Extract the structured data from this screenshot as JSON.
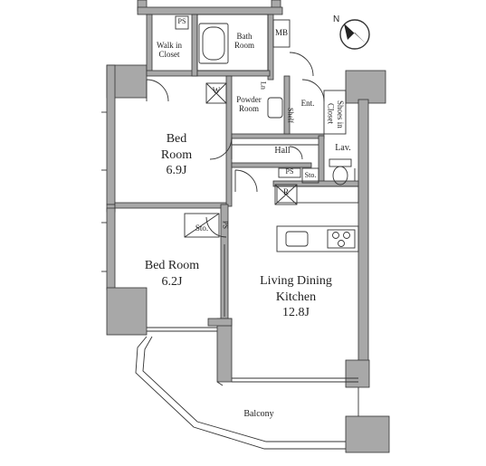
{
  "rooms": {
    "bed1": {
      "name": "Bed\nRoom",
      "size": "6.9J"
    },
    "bed2": {
      "name": "Bed Room",
      "size": "6.2J"
    },
    "ldk": {
      "name": "Living Dining\nKitchen",
      "size": "12.8J"
    },
    "walk_in_closet": "Walk in\nCloset",
    "bath": "Bath\nRoom",
    "powder": "Powder\nRoom",
    "hall": "Hall",
    "lav": "Lav.",
    "ent": "Ent.",
    "shoes_closet": "Shoes in\nCloset",
    "balcony": "Balcony",
    "mb": "MB",
    "ps_top": "PS",
    "ps_hall": "PS",
    "ps_bed2": "PS",
    "sto_hall": "Sto.",
    "sto_bed2": "Sto.",
    "ln": "Ln",
    "shelf": "Shelf",
    "washer": "W",
    "fridge": "R"
  },
  "compass": {
    "label": "N"
  },
  "colors": {
    "wall": "#a8a8a8",
    "line": "#333333"
  }
}
